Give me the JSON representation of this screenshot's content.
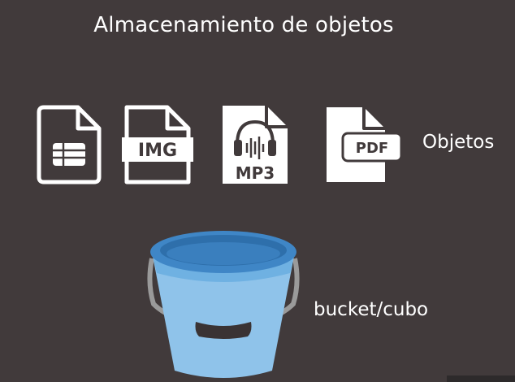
{
  "title": "Almacenamiento de objetos",
  "objects_label": "Objetos",
  "bucket_label": "bucket/cubo",
  "file_icons": [
    {
      "name": "spreadsheet-file-icon",
      "text": ""
    },
    {
      "name": "img-file-icon",
      "text": "IMG"
    },
    {
      "name": "mp3-file-icon",
      "text": "MP3"
    },
    {
      "name": "pdf-file-icon",
      "text": "PDF"
    }
  ],
  "colors": {
    "background": "#413a3b",
    "foreground": "#ffffff",
    "bucket_body": "#8fc3ea",
    "bucket_rim": "#3f86c6",
    "bucket_inner": "#2e6fab",
    "handle": "#9a9a9a"
  }
}
